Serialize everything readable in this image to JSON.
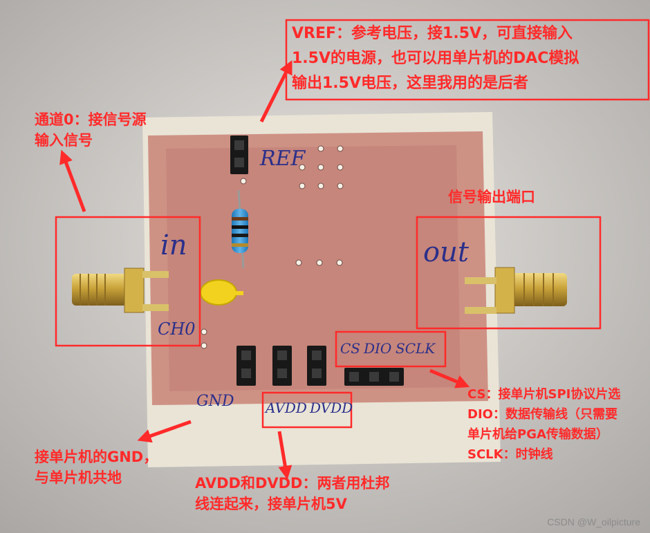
{
  "annotations": {
    "vref": {
      "line1": "VREF：参考电压，接1.5V，可直接输入",
      "line2": "1.5V的电源，也可以用单片机的DAC模拟",
      "line3": "输出1.5V电压，这里我用的是后者"
    },
    "channel0": {
      "line1": "通道0：接信号源",
      "line2": "输入信号"
    },
    "output": {
      "line1": "信号输出端口"
    },
    "spi": {
      "line1": "CS：接单片机SPI协议片选",
      "line2": "DIO：数据传输线（只需要",
      "line3": "单片机给PGA传输数据）",
      "line4": "SCLK：时钟线"
    },
    "gnd": {
      "line1": "接单片机的GND，",
      "line2": "与单片机共地"
    },
    "power": {
      "line1": "AVDD和DVDD：两者用杜邦",
      "line2": "线连起来，接单片机5V"
    }
  },
  "board_labels": {
    "ref": "REF",
    "in": "in",
    "ch0": "CH0",
    "out": "out",
    "gnd": "GND",
    "avdd": "AVDD",
    "dvdd": "DVDD",
    "cs": "CS",
    "dio": "DIO",
    "sclk": "SCLK"
  },
  "watermark": "CSDN @W_oilpicture",
  "colors": {
    "annotation": "#ff2a2a",
    "board_substrate": "#e9e4d6",
    "copper": "#c98477",
    "marker_ink": "#2b2f8a"
  }
}
